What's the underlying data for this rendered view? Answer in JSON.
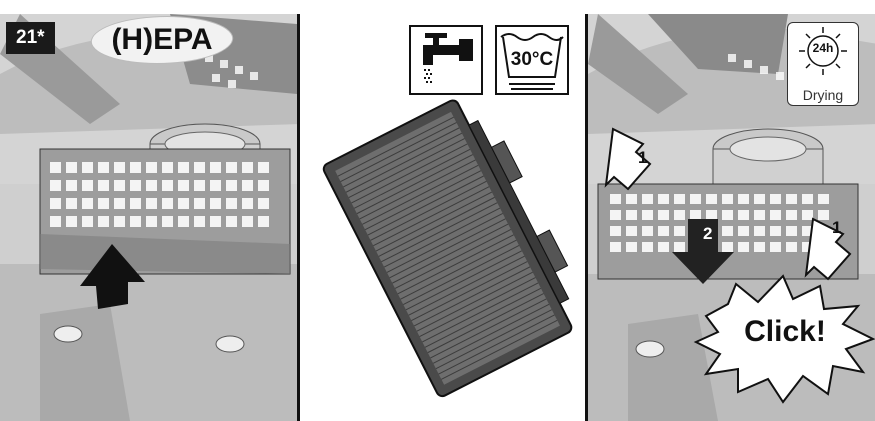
{
  "step": {
    "number": "21*"
  },
  "filter": {
    "name": "(H)EPA"
  },
  "wash": {
    "temperature": "30°C"
  },
  "drying": {
    "hours": "24h",
    "label": "Drying"
  },
  "markers": {
    "arrow_a": "1",
    "arrow_b": "1",
    "arrow_c": "2"
  },
  "callout": {
    "text": "Click!"
  },
  "icons": [
    "tap-water-icon",
    "hand-wash-tub-icon",
    "drying-sun-icon"
  ],
  "colors": {
    "ink": "#111111",
    "badge": "#1a1a1a",
    "panel": "#d9d9d9"
  }
}
